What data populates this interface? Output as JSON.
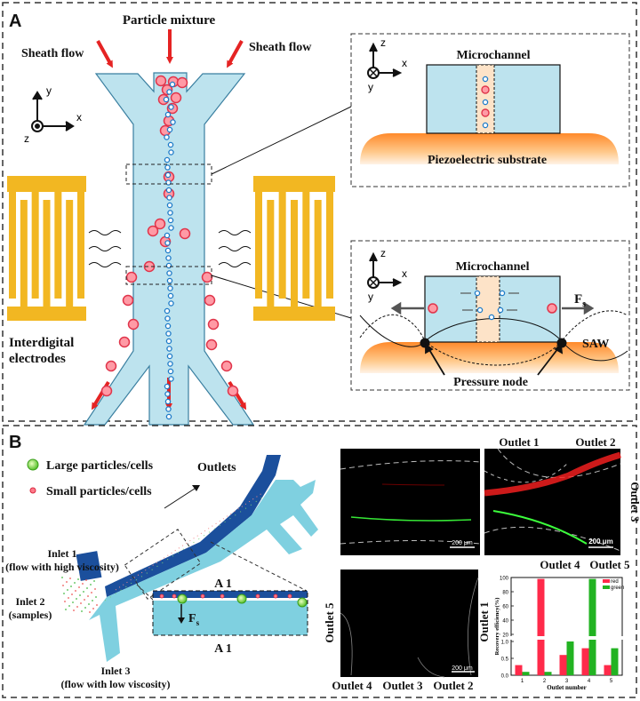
{
  "panel_a": {
    "label": "A",
    "particle_mixture": "Particle mixture",
    "sheath_left": "Sheath flow",
    "sheath_right": "Sheath flow",
    "axes": {
      "y": "y",
      "x": "x",
      "z": "z"
    },
    "idt_label_1": "Interdigital",
    "idt_label_2": "electrodes",
    "inset_top": {
      "microchannel": "Microchannel",
      "substrate": "Piezoelectric substrate",
      "axes": {
        "z": "z",
        "x": "x",
        "y": "y"
      }
    },
    "inset_bottom": {
      "microchannel": "Microchannel",
      "force": "F",
      "force_sub": "s",
      "saw": "SAW",
      "pressure_node": "Pressure node",
      "axes": {
        "z": "z",
        "x": "x",
        "y": "y"
      }
    }
  },
  "panel_b": {
    "label": "B",
    "legend_large": "Large particles/cells",
    "legend_small": "Small particles/cells",
    "outlets": "Outlets",
    "inlet1_a": "Inlet 1",
    "inlet1_b": "(flow with high viscosity)",
    "inlet2_a": "Inlet 2",
    "inlet2_b": "(samples)",
    "inlet3_a": "Inlet 3",
    "inlet3_b": "(flow with low viscosity)",
    "section_top": "A 1",
    "section_bottom": "A 1",
    "force": "F",
    "force_sub": "s",
    "micro": {
      "scale_1": "200 μm",
      "scale_2": "200 μm",
      "scale_3": "200 μm",
      "outlet1": "Outlet 1",
      "outlet2": "Outlet 2",
      "outlet3": "Outlet 3",
      "outlet4": "Outlet 4",
      "outlet5": "Outlet 5",
      "bl_outlet5": "Outlet 5",
      "bl_outlet4": "Outlet 4",
      "bl_outlet3": "Outlet 3",
      "bl_outlet2": "Outlet 2",
      "plot_outlet1": "Outlet 1"
    }
  },
  "chart_data": {
    "type": "bar",
    "xlabel": "Outlet number",
    "ylabel": "Recovery efficiency(%)",
    "categories": [
      "1",
      "2",
      "3",
      "4",
      "5"
    ],
    "yticks": [
      "0.0",
      "0.5",
      "1.0",
      "20",
      "40",
      "60",
      "80",
      "100"
    ],
    "legend": [
      "red",
      "green"
    ],
    "legend_placement": "top-right",
    "y_axis_broken": true,
    "series": [
      {
        "name": "red",
        "color": "#ff2a4a",
        "values": [
          0.3,
          98,
          0.6,
          0.8,
          0.3
        ]
      },
      {
        "name": "green",
        "color": "#22b322",
        "values": [
          0.1,
          0.1,
          1.0,
          98,
          0.8
        ]
      }
    ],
    "ylim": [
      0,
      100
    ]
  }
}
